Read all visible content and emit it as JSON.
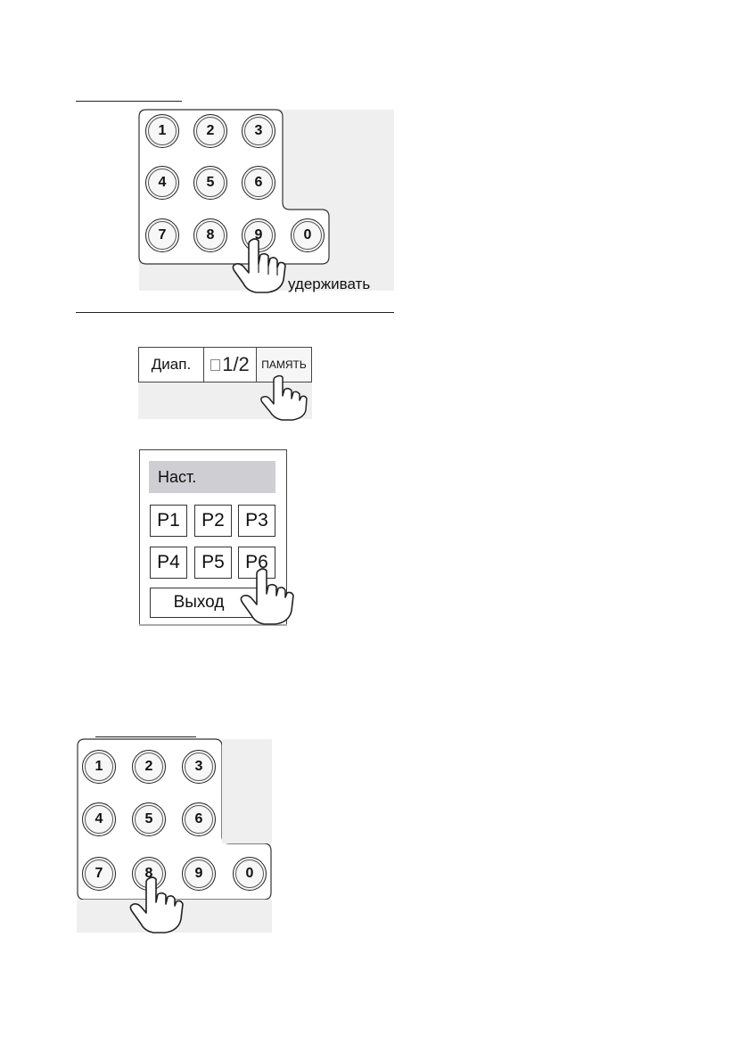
{
  "figure1": {
    "keys": [
      "1",
      "2",
      "3",
      "4",
      "5",
      "6",
      "7",
      "8",
      "9",
      "0"
    ],
    "hold_label": "удерживать",
    "finger_icon": "pointing-hand-icon"
  },
  "screen_bar": {
    "range_label": "Диап.",
    "half_label": "1/2",
    "memory_label": "ПАМЯТЬ",
    "finger_icon": "pointing-hand-icon"
  },
  "preset_menu": {
    "title": "Наст.",
    "presets": [
      "P1",
      "P2",
      "P3",
      "P4",
      "P5",
      "P6"
    ],
    "exit_label": "Выход",
    "title_color": "#cfcfd3",
    "finger_icon": "pointing-hand-icon"
  },
  "figure2": {
    "keys": [
      "1",
      "2",
      "3",
      "4",
      "5",
      "6",
      "7",
      "8",
      "9",
      "0"
    ],
    "finger_icon": "pointing-hand-icon"
  }
}
